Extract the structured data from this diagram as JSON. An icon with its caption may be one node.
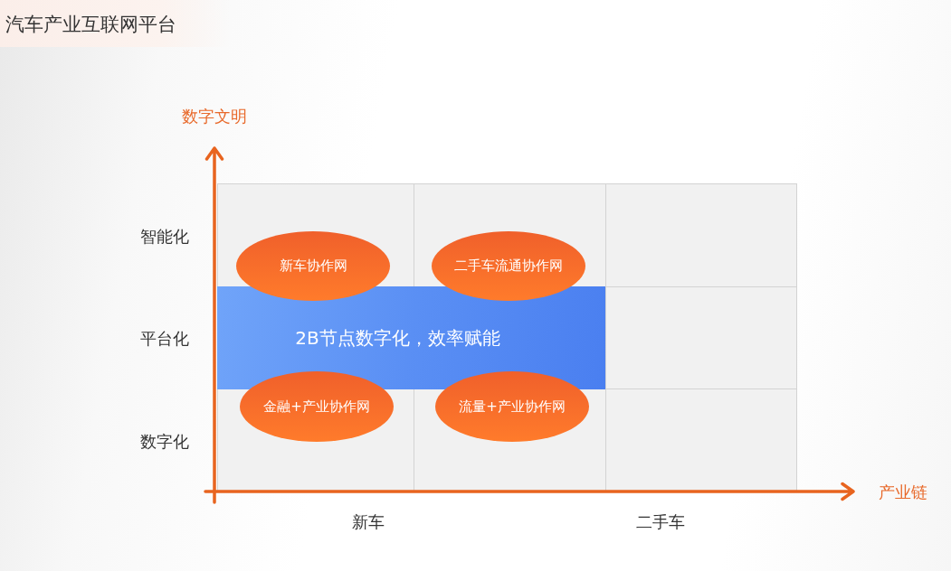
{
  "diagram": {
    "title": "汽车产业互联网平台",
    "nodes": [
      {
        "text": [
          "新车协作网"
        ]
      },
      {
        "text": [
          "二手车流通协作网"
        ]
      },
      {
        "text": [
          "2B节点数字化，效率赋能"
        ]
      },
      {
        "text": [
          "金融+产业协作网"
        ]
      },
      {
        "text": [
          "流量+产业协作网"
        ]
      }
    ],
    "labels": [
      "数字文明",
      "智能化",
      "平台化",
      "数字化",
      "产业链",
      "新车",
      "二手车"
    ]
  }
}
